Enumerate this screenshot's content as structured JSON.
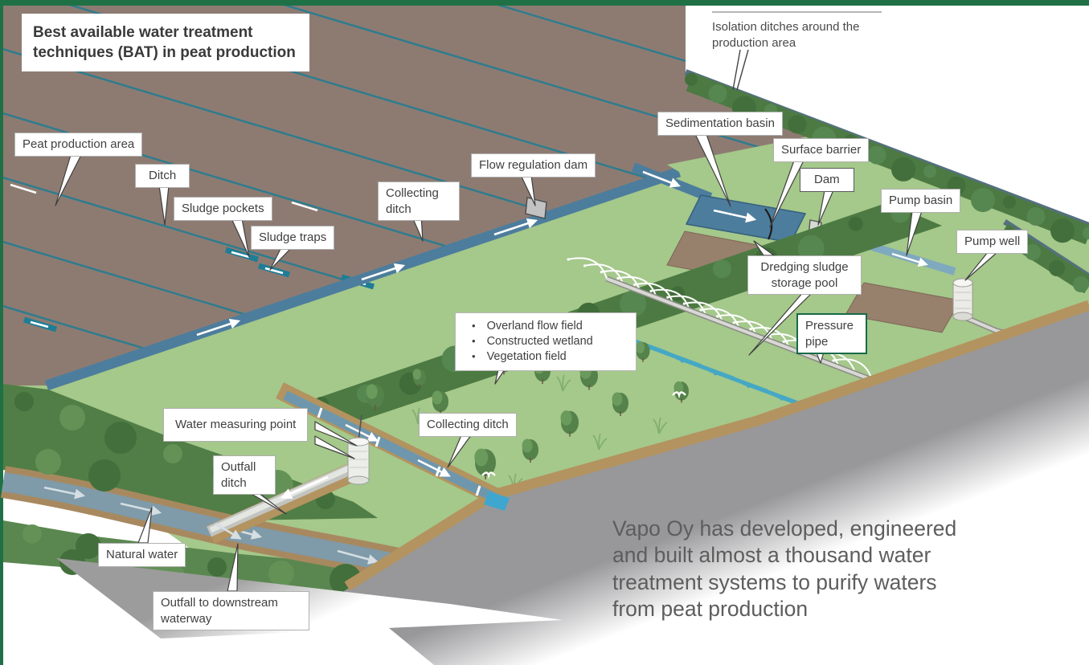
{
  "page": {
    "title": "Best available water treatment techniques (BAT) in peat production"
  },
  "labels": {
    "isolation_ditches": "Isolation ditches around the production area",
    "sedimentation_basin": "Sedimentation basin",
    "surface_barrier": "Surface barrier",
    "dam": "Dam",
    "pump_basin": "Pump basin",
    "pump_well": "Pump well",
    "peat_production_area": "Peat production area",
    "ditch": "Ditch",
    "sludge_pockets": "Sludge pockets",
    "sludge_traps": "Sludge traps",
    "collecting_ditch_upper": "Collecting ditch",
    "flow_regulation_dam": "Flow regulation dam",
    "dredging_sludge_storage_pool": "Dredging sludge storage pool",
    "pressure_pipe": "Pressure pipe",
    "treatment_methods": [
      "Overland flow field",
      "Constructed wetland",
      "Vegetation field"
    ],
    "water_measuring_point": "Water measuring point",
    "collecting_ditch_lower": "Collecting ditch",
    "outfall_ditch": "Outfall ditch",
    "natural_water": "Natural water",
    "outfall_to_downstream_waterway": "Outfall to downstream waterway"
  },
  "footer": {
    "text": "Vapo Oy has developed, engineered and built almost a thousand water treatment systems to purify waters from peat production"
  },
  "colors": {
    "frame_green": "#1f7145",
    "peat_brown": "#8d7b72",
    "ditch_water": "#4d7d9d",
    "grass_green": "#a5c88b",
    "hedge_green": "#4c7a42",
    "road_gray": "#98989b",
    "bank_tan": "#b3935f",
    "spray_blue": "#45a8c4",
    "label_text": "#3f3f3f",
    "footer_text": "#5d5d5d"
  }
}
